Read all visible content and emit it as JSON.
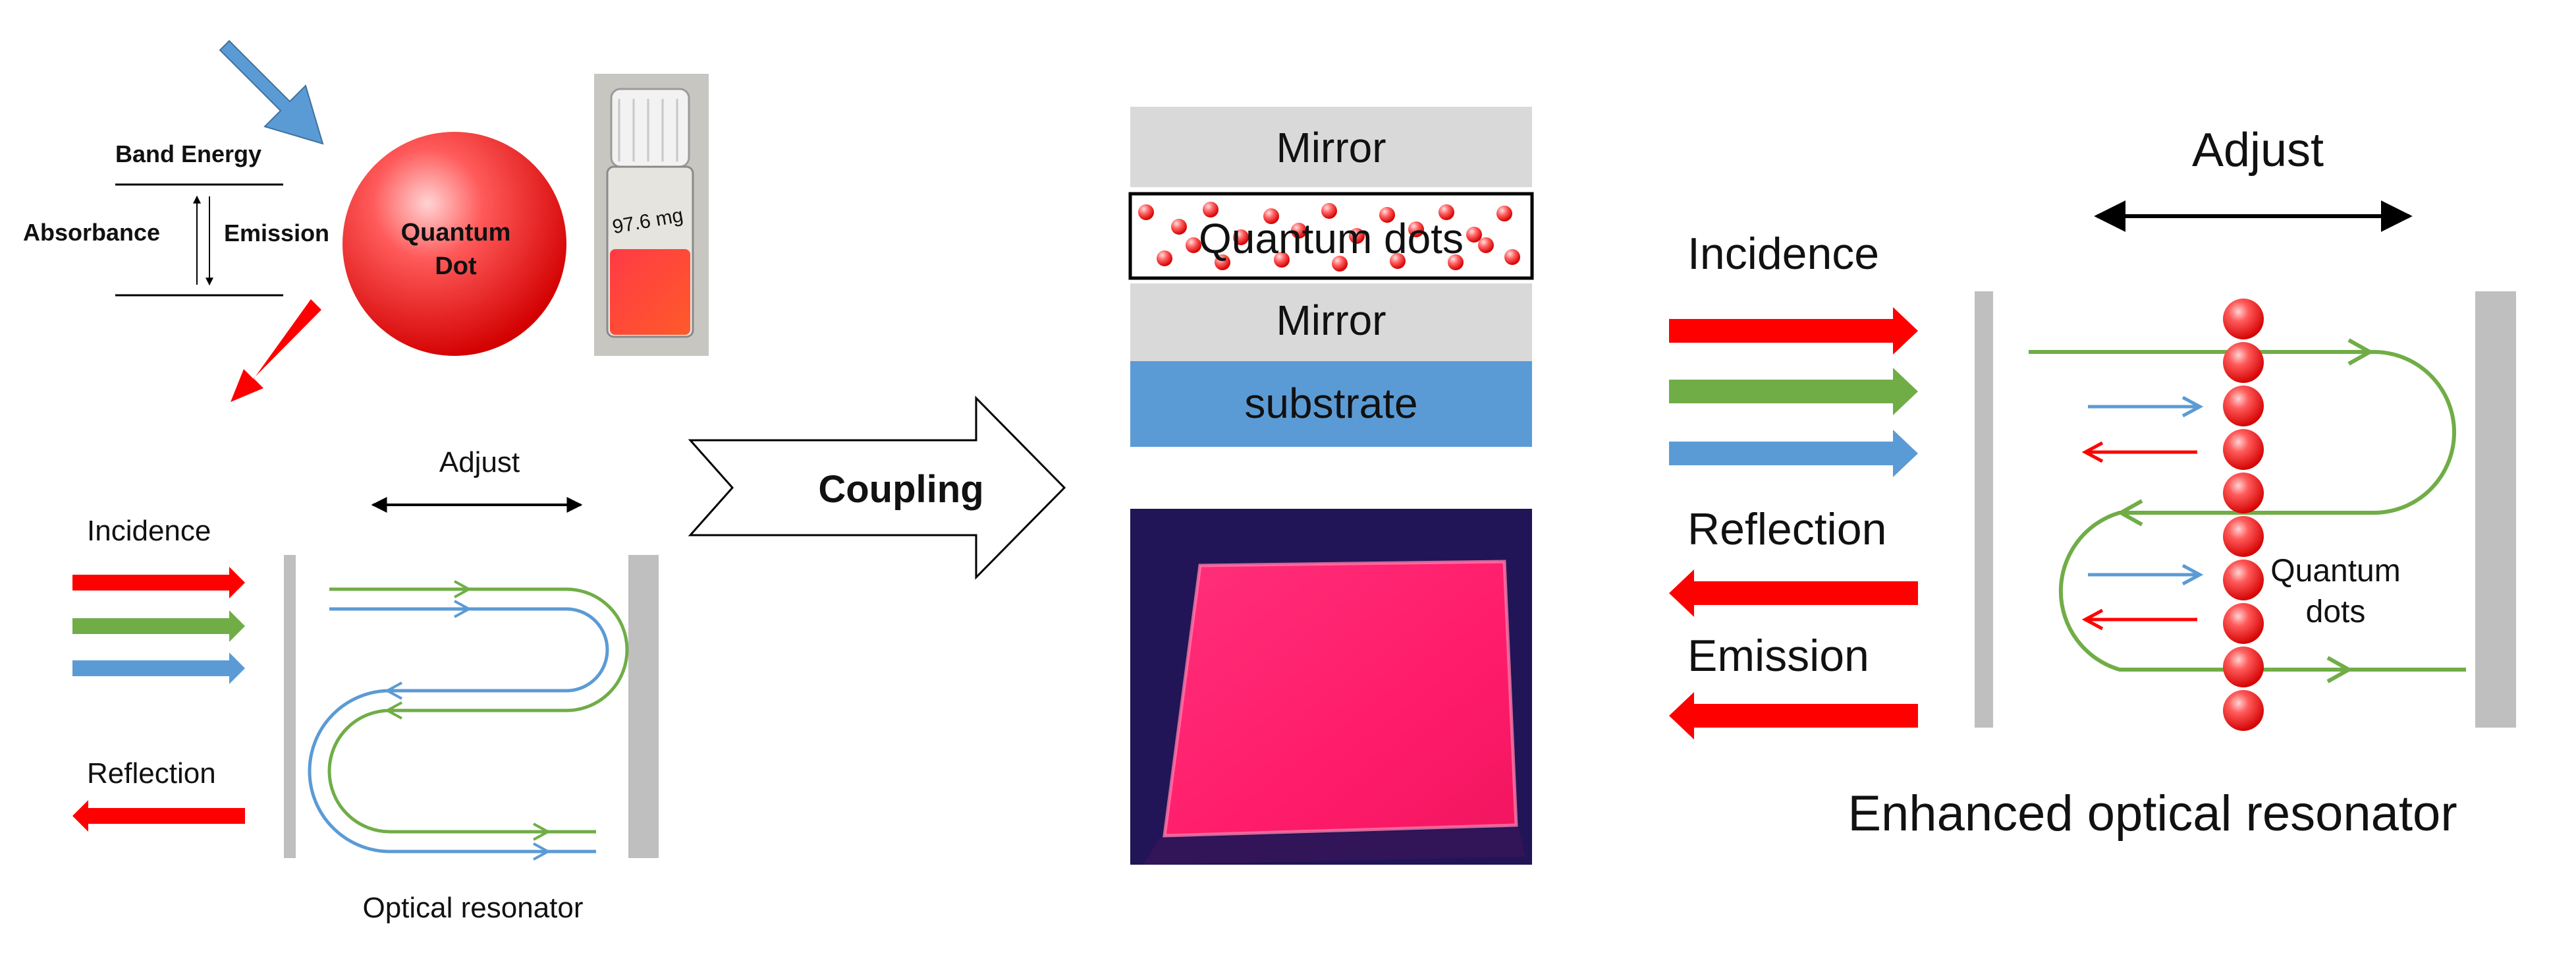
{
  "quantum_dot_panel": {
    "band_energy": "Band Energy",
    "absorbance": "Absorbance",
    "emission": "Emission",
    "dot_line1": "Quantum",
    "dot_line2": "Dot",
    "vial_label": "97.6 mg"
  },
  "basic_resonator": {
    "adjust": "Adjust",
    "incidence": "Incidence",
    "reflection": "Reflection",
    "caption": "Optical resonator"
  },
  "coupling_arrow": {
    "label": "Coupling"
  },
  "layer_stack": {
    "layers": [
      "Mirror",
      "Quantum dots",
      "Mirror",
      "substrate"
    ]
  },
  "enhanced_resonator": {
    "adjust": "Adjust",
    "incidence": "Incidence",
    "reflection": "Reflection",
    "emission": "Emission",
    "qd_line1": "Quantum",
    "qd_line2": "dots",
    "caption": "Enhanced optical resonator"
  },
  "colors": {
    "red": "#ff0000",
    "green": "#70ad47",
    "blue": "#5b9bd5",
    "mirror_gray": "#bfbfbf",
    "layer_gray": "#d9d9d9",
    "substrate_blue": "#5b9bd5",
    "glow_pink": "#ff1f6e"
  }
}
